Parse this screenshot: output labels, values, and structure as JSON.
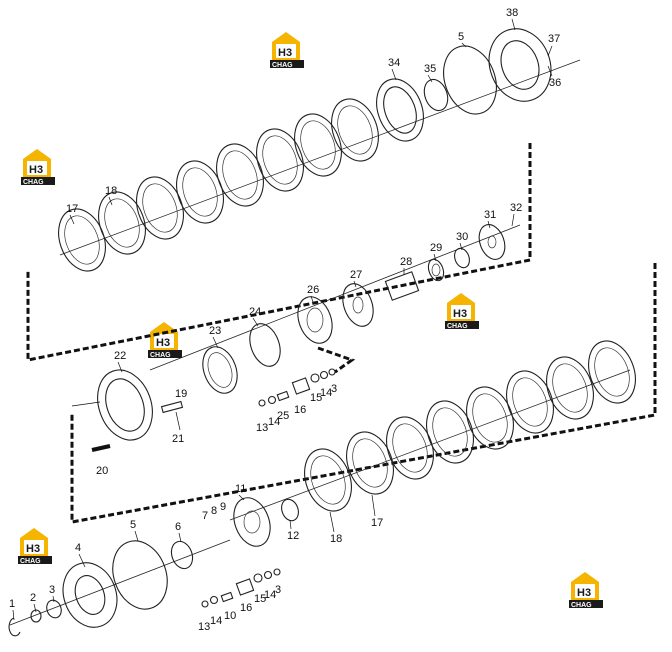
{
  "logo": {
    "big": "H3",
    "small": "CHAG",
    "color_yellow": "#f5b400",
    "color_dark": "#1a1a1a"
  },
  "labels": {
    "l1": "1",
    "l2": "2",
    "l3a": "3",
    "l4": "4",
    "l5a": "5",
    "l6": "6",
    "l7": "7",
    "l8": "8",
    "l9": "9",
    "l10": "10",
    "l11": "11",
    "l12": "12",
    "l13a": "13",
    "l14a": "14",
    "l15a": "15",
    "l16a": "16",
    "l14b": "14",
    "l3b": "3",
    "l13b": "13",
    "l14c": "14",
    "l25": "25",
    "l16b": "16",
    "l15b": "15",
    "l14d": "14",
    "l3c": "3",
    "l17a": "17",
    "l18a": "18",
    "l17b": "17",
    "l18b": "18",
    "l19": "19",
    "l20": "20",
    "l21": "21",
    "l22": "22",
    "l23": "23",
    "l24": "24",
    "l26": "26",
    "l27": "27",
    "l28": "28",
    "l29": "29",
    "l30": "30",
    "l31": "31",
    "l32": "32",
    "l34": "34",
    "l35": "35",
    "l5b": "5",
    "l38": "38",
    "l37": "37",
    "l36": "36"
  }
}
